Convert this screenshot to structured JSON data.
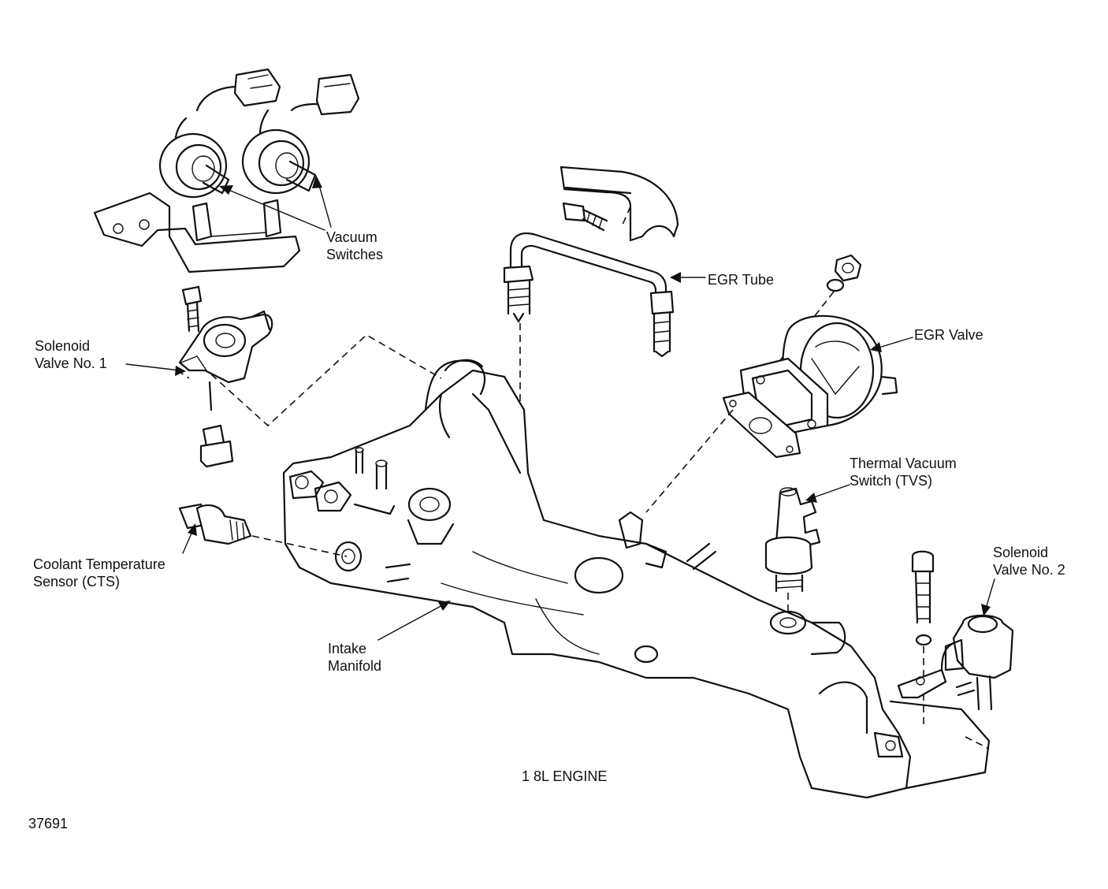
{
  "labels": {
    "vacuum_switches": [
      "Vacuum",
      "Switches"
    ],
    "egr_tube": "EGR Tube",
    "egr_valve": "EGR Valve",
    "solenoid_valve_1": [
      "Solenoid",
      "Valve No. 1"
    ],
    "thermal_vacuum_switch": [
      "Thermal Vacuum",
      "Switch (TVS)"
    ],
    "solenoid_valve_2": [
      "Solenoid",
      "Valve No. 2"
    ],
    "coolant_temperature_sensor": [
      "Coolant Temperature",
      "Sensor (CTS)"
    ],
    "intake_manifold": [
      "Intake",
      "Manifold"
    ],
    "engine_caption": "1 8L ENGINE",
    "figure_number": "37691"
  }
}
